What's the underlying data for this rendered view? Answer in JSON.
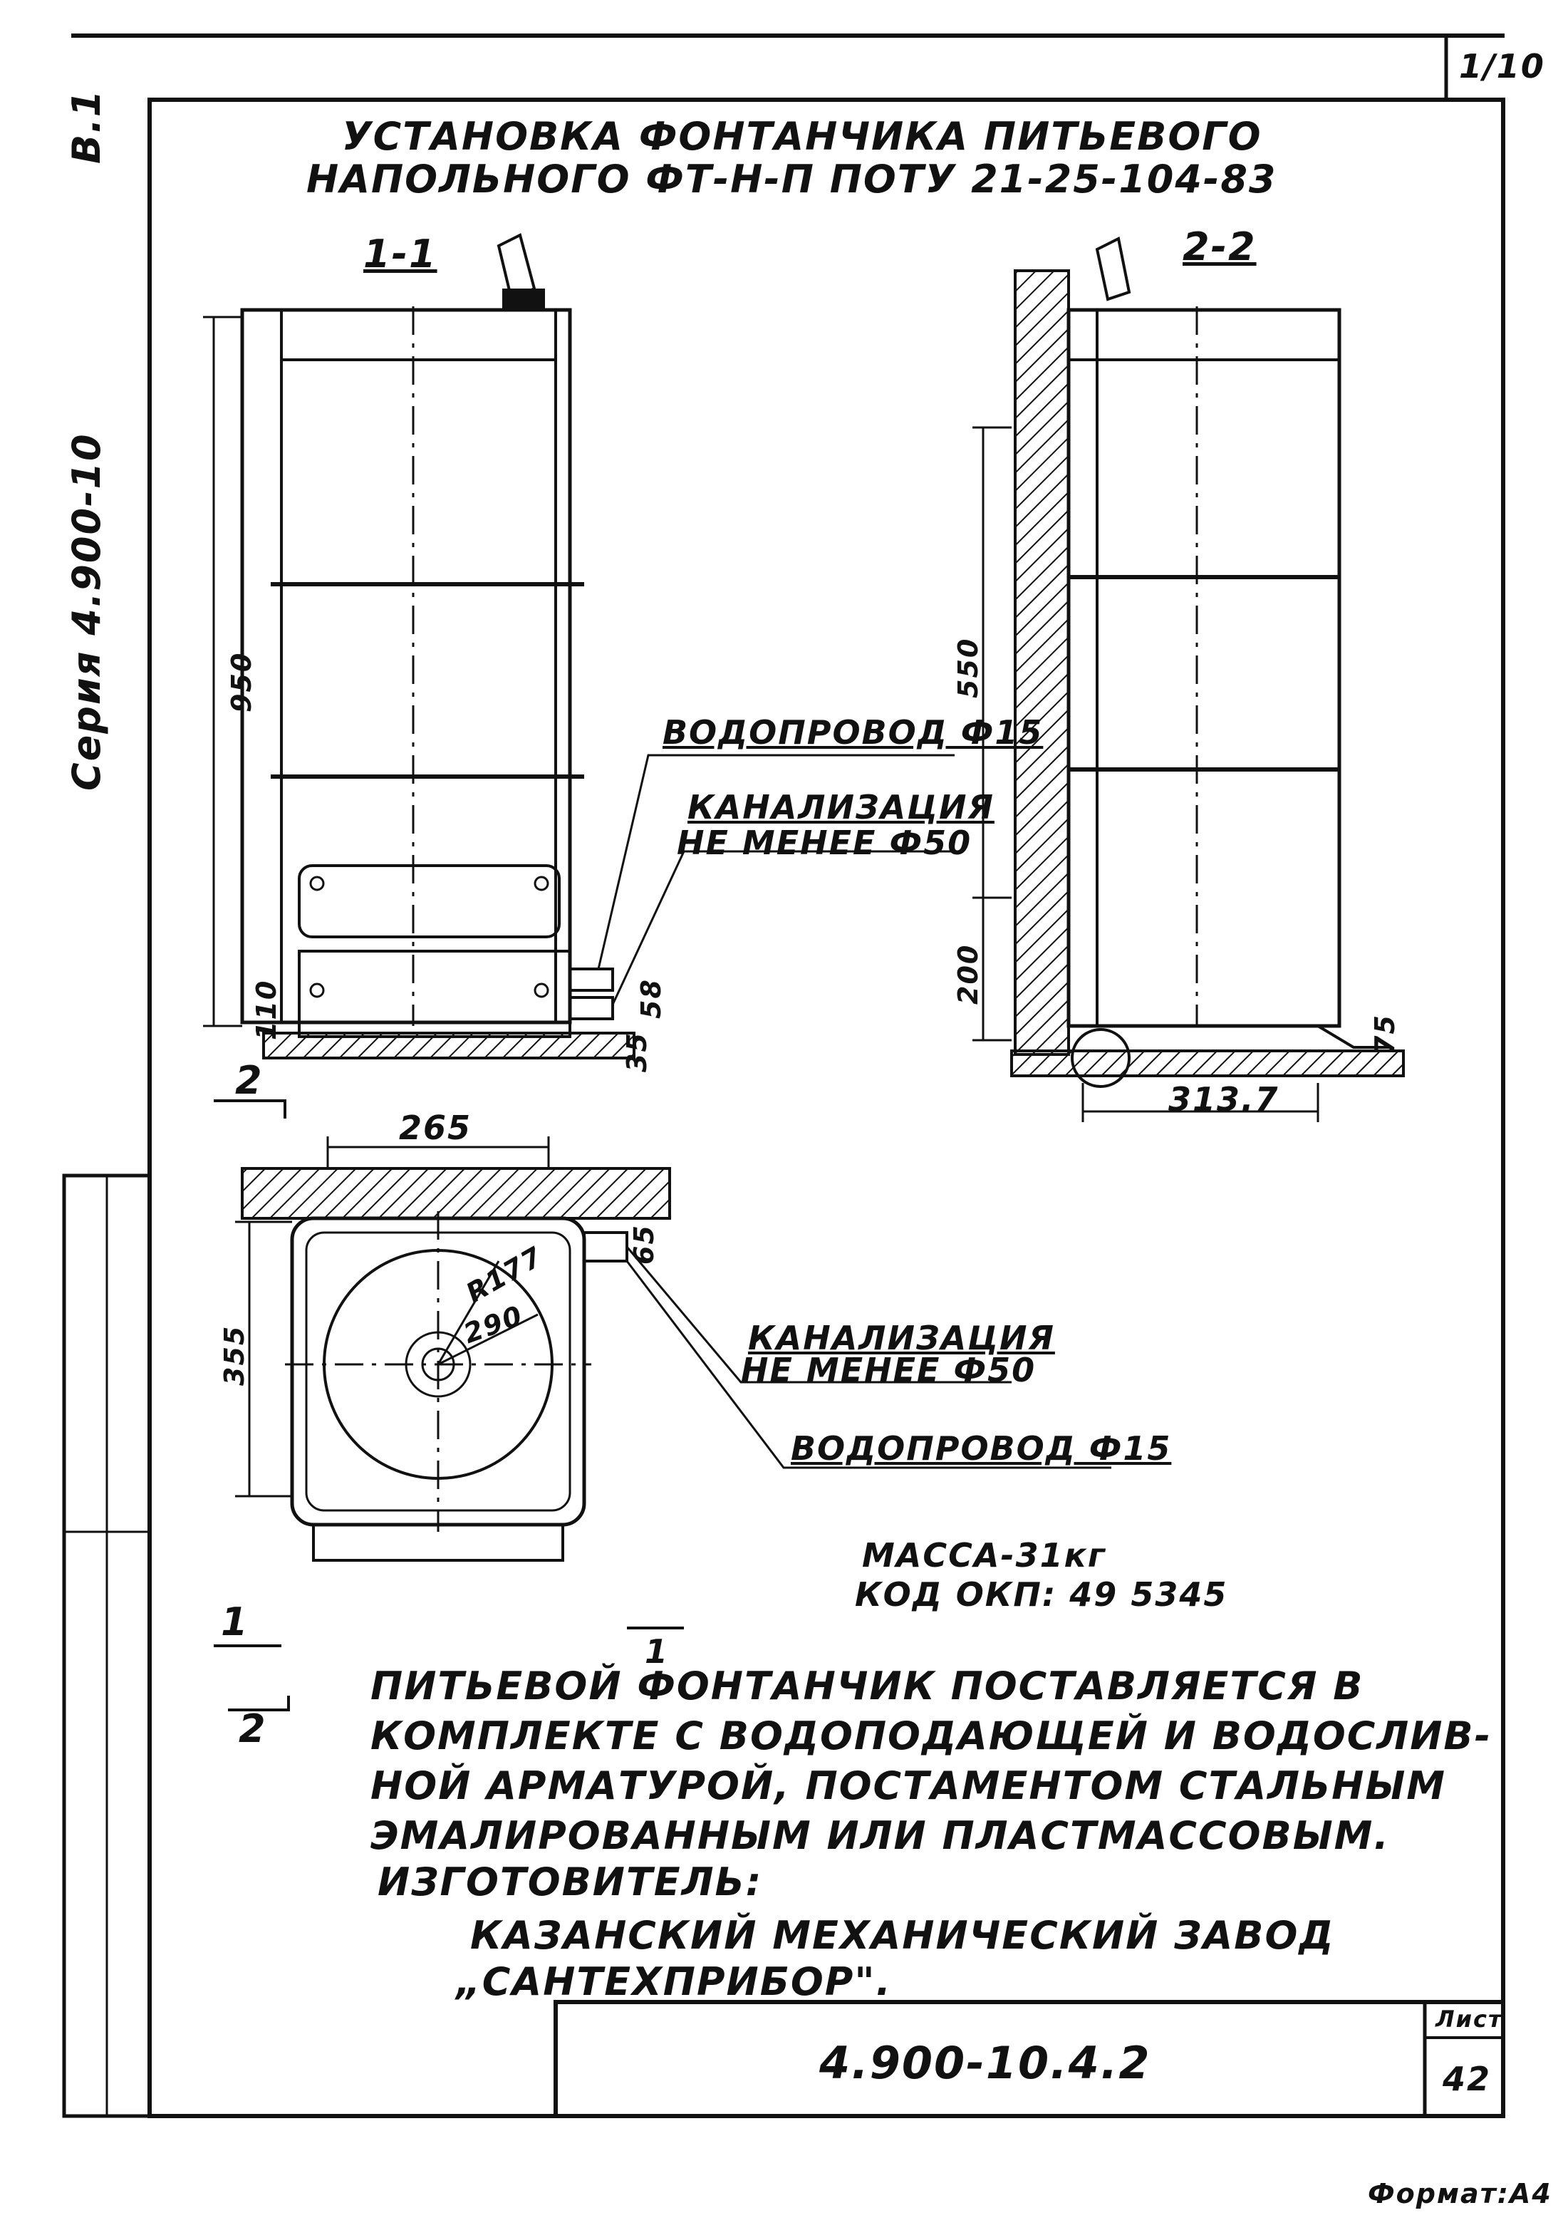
{
  "sheet_corner": "1/10",
  "series_code": "Серия 4.900-10",
  "issue": "В.1",
  "title": {
    "line1": "УСТАНОВКА ФОНТАНЧИКА ПИТЬЕВОГО",
    "line2": "НАПОЛЬНОГО ФТ-Н-П ПОТУ 21-25-104-83"
  },
  "views": {
    "section_1": "1-1",
    "section_2": "2-2",
    "section_mark_2": "2",
    "section_mark_1": "1",
    "section_mark_2b": "2",
    "section_mark_1b": "1"
  },
  "dimensions": {
    "height_1": "950",
    "height_2": "550",
    "base_2": "200",
    "base_1": "110",
    "small_1": "58",
    "small_2": "35",
    "depth": "313.7",
    "width_plan": "265",
    "depth_plan": "355",
    "r1": "R177",
    "r2": "290",
    "pipe_plan": "65",
    "small_3": "75"
  },
  "callouts": {
    "water_1": "ВОДОПРОВОД Ф15",
    "sewer_1a": "КАНАЛИЗАЦИЯ",
    "sewer_1b": "НЕ МЕНЕЕ Ф50",
    "sewer_2a": "КАНАЛИЗАЦИЯ",
    "sewer_2b": "НЕ МЕНЕЕ Ф50",
    "water_2": "ВОДОПРОВОД Ф15"
  },
  "specs": {
    "mass": "МАССА-31кг",
    "code": "КОД ОКП: 49 5345"
  },
  "notes": {
    "line1": "ПИТЬЕВОЙ ФОНТАНЧИК ПОСТАВЛЯЕТСЯ В",
    "line2": "КОМПЛЕКТЕ С ВОДОПОДАЮЩЕЙ И ВОДОСЛИВ-",
    "line3": "НОЙ АРМАТУРОЙ, ПОСТАМЕНТОМ СТАЛЬНЫМ",
    "line4": "ЭМАЛИРОВАННЫМ ИЛИ ПЛАСТМАССОВЫМ.",
    "line5": "ИЗГОТОВИТЕЛЬ:",
    "line6": "КАЗАНСКИЙ МЕХАНИЧЕСКИЙ ЗАВОД",
    "line7": "„САНТЕХПРИБОР\"."
  },
  "stamp": {
    "doc_code": "4.900-10.4.2",
    "sheet_label": "Лист",
    "sheet_no": "42"
  },
  "format": "Формат:А4"
}
